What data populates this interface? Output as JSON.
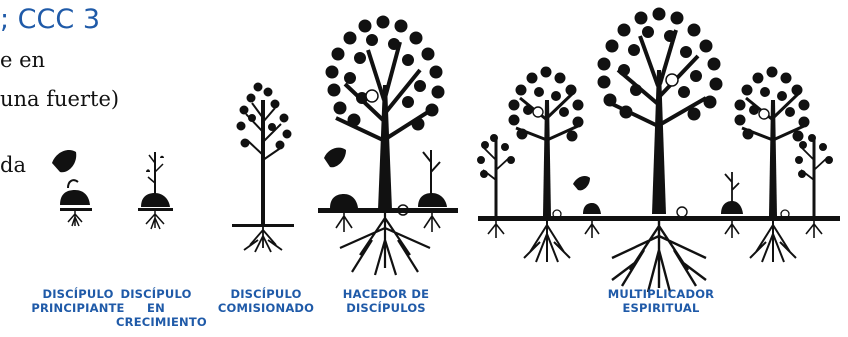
{
  "text": {
    "heading": "; CCC 3",
    "line1": "e en",
    "line2": " una fuerte)",
    "line3": "da"
  },
  "stages": [
    {
      "lines": [
        "DISCÍPULO",
        "PRINCIPIANTE"
      ]
    },
    {
      "lines": [
        "DISCÍPULO",
        "EN",
        "CRECIMIENTO"
      ]
    },
    {
      "lines": [
        "DISCÍPULO",
        "COMISIONADO"
      ]
    },
    {
      "lines": [
        "HACEDOR DE",
        "DISCÍPULOS"
      ]
    },
    {
      "lines": [
        "MULTIPLICADOR",
        "ESPIRITUAL"
      ]
    }
  ],
  "colors": {
    "accent": "#1f5aa8",
    "ink": "#111111"
  }
}
